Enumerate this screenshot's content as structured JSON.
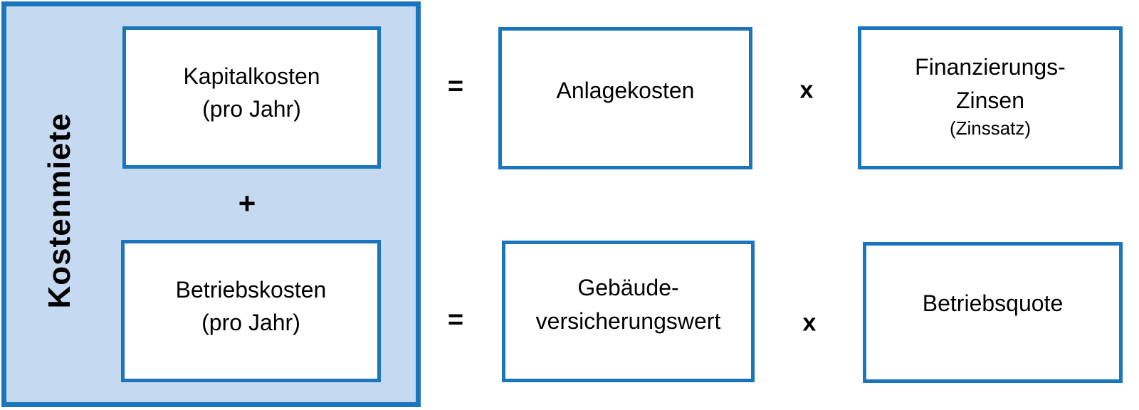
{
  "colors": {
    "panel_fill": "#C5D9F1",
    "border_blue": "#1B75BC",
    "text": "#000000",
    "background": "#FFFFFF"
  },
  "panel": {
    "label": "Kostenmiete",
    "operator": "+",
    "boxes": [
      {
        "lines": [
          "Kapitalkosten",
          "(pro Jahr)"
        ]
      },
      {
        "lines": [
          "Betriebskosten",
          "(pro Jahr)"
        ]
      }
    ]
  },
  "equations": [
    {
      "equals": "=",
      "operand1": {
        "lines": [
          "Anlagekosten"
        ]
      },
      "operator": "x",
      "operand2": {
        "lines": [
          "Finanzierungs-",
          "Zinsen"
        ],
        "subline": "(Zinssatz)"
      }
    },
    {
      "equals": "=",
      "operand1": {
        "lines": [
          "Gebäude-",
          "versicherungswert"
        ]
      },
      "operator": "x",
      "operand2": {
        "lines": [
          "Betriebsquote"
        ]
      }
    }
  ]
}
